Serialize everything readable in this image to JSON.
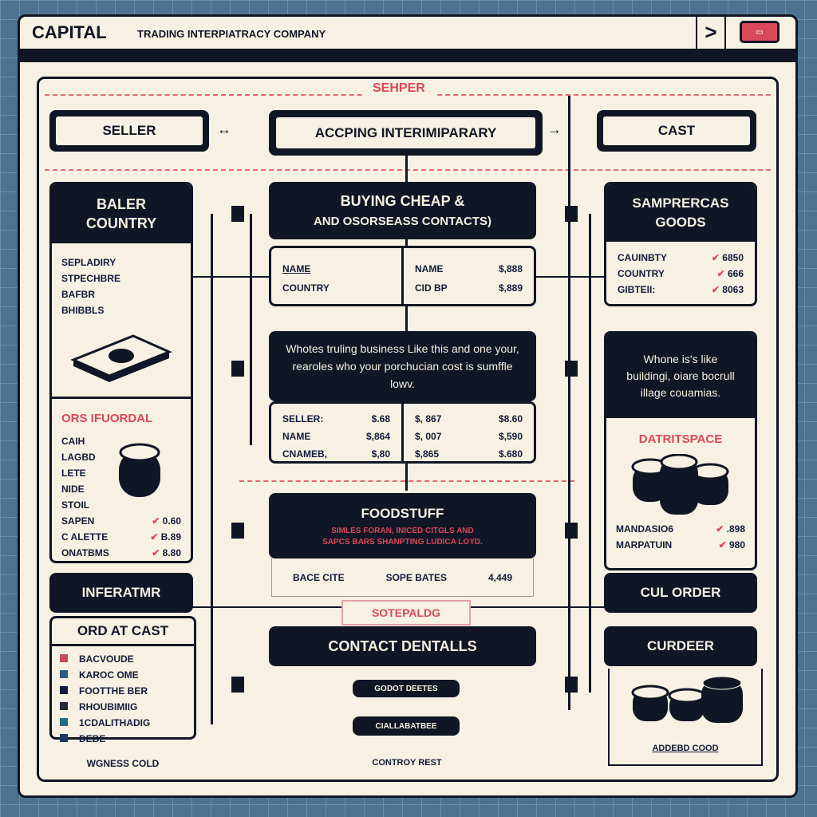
{
  "header": {
    "brand": "CAPITAL",
    "subtitle": "TRADING INTERPIATRACY COMPANY",
    "next_label": ">",
    "close_label": "▭"
  },
  "section_title": "SEHPER",
  "top": {
    "seller": "SELLER",
    "intermediary": "ACCPING INTERIMIPARARY",
    "cast": "CAST"
  },
  "left": {
    "title": "BALER COUNTRY",
    "items": [
      "SEPLADIRY",
      "STPECHBRE",
      "BAFBR",
      "BHIBBLS"
    ],
    "section2_title": "ORS IFUORDAL",
    "items2": [
      "CAIH",
      "LAGBD",
      "LETE",
      "NIDE",
      "STOIL"
    ],
    "priced": [
      {
        "label": "SAPEN",
        "value": "0.60"
      },
      {
        "label": "C ALETTE",
        "value": "B.89"
      },
      {
        "label": "ONATBMS",
        "value": "8.80"
      }
    ],
    "info_label": "INFERATMR",
    "order_title": "ORD AT CAST",
    "order_items": [
      {
        "label": "BACVOUDE",
        "color": "#c94a58"
      },
      {
        "label": "KAROC OME",
        "color": "#2f5f85"
      },
      {
        "label": "FOOTTHE BER",
        "color": "#111a3a"
      },
      {
        "label": "RHOUBIMIIG",
        "color": "#232a3c"
      },
      {
        "label": "1CDALITHADIG",
        "color": "#2a6a82"
      },
      {
        "label": "DEBE",
        "color": "#1e3560"
      }
    ],
    "footer": "WGNESS COLD"
  },
  "center": {
    "buying_title": "BUYING CHEAP &",
    "buying_sub": "AND OSORSEASS CONTACTS)",
    "table1": {
      "left": [
        "NAME",
        "COUNTRY"
      ],
      "right": [
        {
          "label": "NAME",
          "value": "$,888"
        },
        {
          "label": "CID BP",
          "value": "$,889"
        }
      ]
    },
    "note": "Whotes truling business Like this and one your, rearoles who your porchucian cost is sumffle lowv.",
    "table2": [
      [
        "SELLER:",
        "$.68",
        "$, 867",
        "$8.60"
      ],
      [
        "NAME",
        "$,864",
        "$, 007",
        "$,590"
      ],
      [
        "CNAMEB,",
        "$,80",
        "$,865",
        "$.680"
      ]
    ],
    "food_title": "FOODSTUFF",
    "food_desc1": "SIMLES FORAN, INICED CITGLS AND",
    "food_desc2": "SAPCS BARS SHANPTING LUDICA LOYD.",
    "food_row": [
      "BACE CITE",
      "SOPE BATES",
      "4,449"
    ],
    "label_tag": "SOTEPALDG",
    "contact": "CONTACT DENTALLS",
    "btn1": "GODOT DEETES",
    "btn2": "CIALLABATBEE",
    "footer": "CONTROY REST"
  },
  "right": {
    "title": "SAMPRERCAS GOODS",
    "rows": [
      {
        "label": "CAUINBTY",
        "value": "6850"
      },
      {
        "label": "COUNTRY",
        "value": "666"
      },
      {
        "label": "GIBTEII:",
        "value": "8063"
      }
    ],
    "note": "Whone is's like buildingi, oiare bocrull illage couamias.",
    "section_title": "DATRITSPACE",
    "rows2": [
      {
        "label": "MANDASIO6",
        "value": ".898"
      },
      {
        "label": "MARPATUIN",
        "value": "980"
      }
    ],
    "order": "CUL ORDER",
    "curdeer": "CURDEER",
    "coin_label": "ADDEBD COOD"
  },
  "colors": {
    "dark": "#111626",
    "accent": "#d9485a",
    "paper": "#f6f1e2",
    "grid": "#4d7390"
  }
}
